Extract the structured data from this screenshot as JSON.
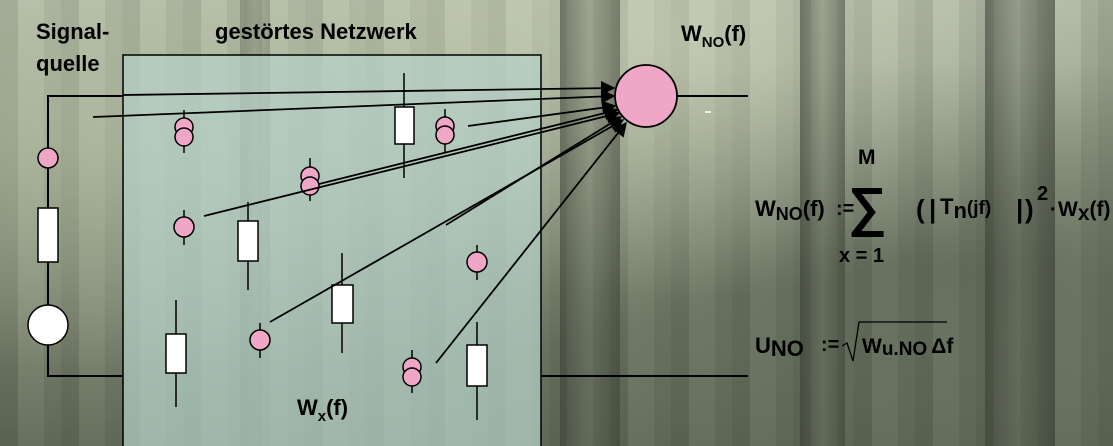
{
  "labels": {
    "source_line1": "Signal-",
    "source_line2": "quelle",
    "network_title": "gestörtes Netzwerk",
    "output_W": "W",
    "output_sub": "NO",
    "output_arg": "(f)",
    "wx_W": "W",
    "wx_sub": "x",
    "wx_arg": "(f)"
  },
  "formula1": {
    "lhs_W": "W",
    "lhs_sub": "NO",
    "lhs_arg": "(f)",
    "assign": ":=",
    "sum_sign": "∑",
    "upper": "M",
    "lower": "x = 1",
    "open": "(",
    "abs_open": "|",
    "T": "T",
    "T_sub": "n",
    "T_arg": "(jf)",
    "abs_close": "|",
    "close": ")",
    "power": "2",
    "dot": "·",
    "W": "W",
    "W_sub": "x",
    "W_arg": "(f)"
  },
  "formula2": {
    "U": "U",
    "U_sub": "NO",
    "assign": ":=",
    "W": "W",
    "W_sub": "u.NO",
    "delta": "Δf"
  },
  "colors": {
    "pink": "#f0a6c6",
    "box": "#ffffff",
    "network_fill": "#b6d1c8"
  }
}
